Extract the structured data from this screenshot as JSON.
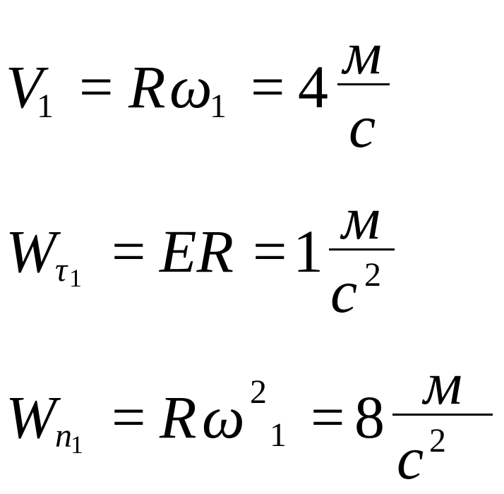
{
  "equations": [
    {
      "lhs": {
        "symbol": "V",
        "sub": "1"
      },
      "eq1": "=",
      "mid": {
        "a": "R",
        "b": "ω",
        "sub": "1"
      },
      "eq2": "=",
      "value": "4",
      "unit": {
        "num": "м",
        "den": "с",
        "den_exp": ""
      }
    },
    {
      "lhs": {
        "symbol": "W",
        "sub": "τ",
        "subsub": "1"
      },
      "eq1": "=",
      "mid": {
        "text": "ER"
      },
      "eq2": "=",
      "value": "1",
      "unit": {
        "num": "м",
        "den": "с",
        "den_exp": "2"
      }
    },
    {
      "lhs": {
        "symbol": "W",
        "sub": "n",
        "subsub": "1"
      },
      "eq1": "=",
      "mid": {
        "a": "R",
        "b": "ω",
        "sup": "2",
        "sub": "1"
      },
      "eq2": "=",
      "value": "8",
      "unit": {
        "num": "м",
        "den": "с",
        "den_exp": "2"
      }
    }
  ]
}
